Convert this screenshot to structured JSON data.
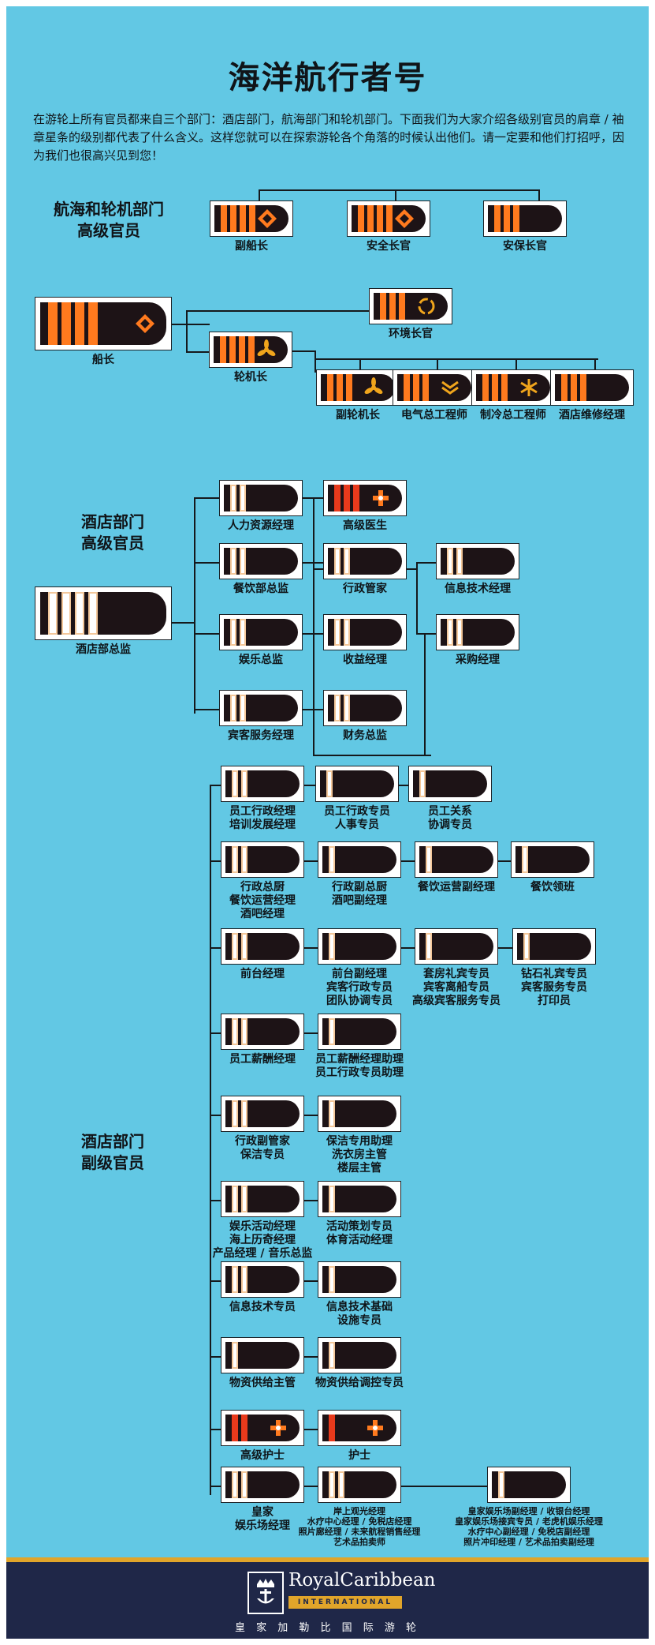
{
  "title": "海洋航行者号",
  "intro": "在游轮上所有官员都来自三个部门：酒店部门，航海部门和轮机部门。下面我们为大家介绍各级别官员的肩章 / 袖章星条的级别都代表了什么含义。这样您就可以在探索游轮各个角落的时候认出他们。请一定要和他们打招呼，因为我们也很高兴见到您！",
  "sections": [
    {
      "id": "marine",
      "lines": [
        "航海和轮机部门",
        "高级官员"
      ]
    },
    {
      "id": "hotel-senior",
      "lines": [
        "酒店部门",
        "高级官员"
      ]
    },
    {
      "id": "hotel-junior",
      "lines": [
        "酒店部门",
        "副级官员"
      ]
    }
  ],
  "colors": {
    "background": "#62c8e4",
    "stripe_orange": "#ff7a1e",
    "stripe_gold": "#f0a51c",
    "stripe_red": "#e83a1c",
    "stripe_white": "#ffffff",
    "epaulette_body": "#1d1316",
    "footer": "#1f2748",
    "footer_accent": "#e1a52a"
  },
  "nodes": [
    {
      "id": "n1",
      "label": [
        "副船长"
      ],
      "stripes": "oooo",
      "insignia": "diamond-icon"
    },
    {
      "id": "n2",
      "label": [
        "安全长官"
      ],
      "stripes": "oooo",
      "insignia": "diamond-icon"
    },
    {
      "id": "n3",
      "label": [
        "安保长官"
      ],
      "stripes": "ooo",
      "insignia": "none"
    },
    {
      "id": "n4",
      "label": [
        "船长"
      ],
      "stripes": "oooo",
      "insignia": "diamond-icon"
    },
    {
      "id": "n5",
      "label": [
        "环境长官"
      ],
      "stripes": "ooo",
      "insignia": "recycle-icon"
    },
    {
      "id": "n6",
      "label": [
        "轮机长"
      ],
      "stripes": "oooo",
      "insignia": "propeller-icon"
    },
    {
      "id": "n7",
      "label": [
        "副轮机长"
      ],
      "stripes": "ooo",
      "insignia": "propeller-icon"
    },
    {
      "id": "n8",
      "label": [
        "电气总工程师"
      ],
      "stripes": "ooo",
      "insignia": "chevron-icon"
    },
    {
      "id": "n9",
      "label": [
        "制冷总工程师"
      ],
      "stripes": "ooo",
      "insignia": "snowflake-icon"
    },
    {
      "id": "n10",
      "label": [
        "酒店维修经理"
      ],
      "stripes": "ooo",
      "insignia": "none"
    },
    {
      "id": "n11",
      "label": [
        "酒店部总监"
      ],
      "stripes": "wwww",
      "insignia": "none"
    },
    {
      "id": "n12",
      "label": [
        "人力资源经理"
      ],
      "stripes": "ww",
      "insignia": "none"
    },
    {
      "id": "n13",
      "label": [
        "高级医生"
      ],
      "stripes": "rrr",
      "insignia": "medical-cross-icon"
    },
    {
      "id": "n14",
      "label": [
        "餐饮部总监"
      ],
      "stripes": "ww",
      "insignia": "none"
    },
    {
      "id": "n15",
      "label": [
        "行政管家"
      ],
      "stripes": "ww",
      "insignia": "none"
    },
    {
      "id": "n16",
      "label": [
        "信息技术经理"
      ],
      "stripes": "ww",
      "insignia": "none"
    },
    {
      "id": "n17",
      "label": [
        "娱乐总监"
      ],
      "stripes": "ww",
      "insignia": "none"
    },
    {
      "id": "n18",
      "label": [
        "收益经理"
      ],
      "stripes": "ww",
      "insignia": "none"
    },
    {
      "id": "n19",
      "label": [
        "采购经理"
      ],
      "stripes": "ww",
      "insignia": "none"
    },
    {
      "id": "n20",
      "label": [
        "宾客服务经理"
      ],
      "stripes": "ww",
      "insignia": "none"
    },
    {
      "id": "n21",
      "label": [
        "财务总监"
      ],
      "stripes": "ww",
      "insignia": "none"
    },
    {
      "id": "n22",
      "label": [
        "员工行政经理",
        "培训发展经理"
      ],
      "stripes": "ww",
      "insignia": "none"
    },
    {
      "id": "n23",
      "label": [
        "员工行政专员",
        "人事专员"
      ],
      "stripes": "w",
      "insignia": "none"
    },
    {
      "id": "n24",
      "label": [
        "员工关系",
        "协调专员"
      ],
      "stripes": "w",
      "insignia": "none"
    },
    {
      "id": "n25",
      "label": [
        "行政总厨",
        "餐饮运营经理",
        "酒吧经理"
      ],
      "stripes": "ww",
      "insignia": "none"
    },
    {
      "id": "n26",
      "label": [
        "行政副总厨",
        "酒吧副经理"
      ],
      "stripes": "w",
      "insignia": "none"
    },
    {
      "id": "n27",
      "label": [
        "餐饮运营副经理"
      ],
      "stripes": "w",
      "insignia": "none"
    },
    {
      "id": "n28",
      "label": [
        "餐饮领班"
      ],
      "stripes": "w",
      "insignia": "none"
    },
    {
      "id": "n29",
      "label": [
        "前台经理"
      ],
      "stripes": "ww",
      "insignia": "none"
    },
    {
      "id": "n30",
      "label": [
        "前台副经理",
        "宾客行政专员",
        "团队协调专员"
      ],
      "stripes": "w",
      "insignia": "none"
    },
    {
      "id": "n31",
      "label": [
        "套房礼宾专员",
        "宾客离船专员",
        "高级宾客服务专员"
      ],
      "stripes": "w",
      "insignia": "none"
    },
    {
      "id": "n32",
      "label": [
        "钻石礼宾专员",
        "宾客服务专员",
        "打印员"
      ],
      "stripes": "w",
      "insignia": "none"
    },
    {
      "id": "n33",
      "label": [
        "员工薪酬经理"
      ],
      "stripes": "ww",
      "insignia": "none"
    },
    {
      "id": "n34",
      "label": [
        "员工薪酬经理助理",
        "员工行政专员助理"
      ],
      "stripes": "w",
      "insignia": "none"
    },
    {
      "id": "n35",
      "label": [
        "行政副管家",
        "保洁专员"
      ],
      "stripes": "ww",
      "insignia": "none"
    },
    {
      "id": "n36",
      "label": [
        "保洁专用助理",
        "洗衣房主管",
        "楼层主管"
      ],
      "stripes": "w",
      "insignia": "none"
    },
    {
      "id": "n37",
      "label": [
        "娱乐活动经理",
        "海上历奇经理",
        "产品经理 / 音乐总监"
      ],
      "stripes": "ww",
      "insignia": "none"
    },
    {
      "id": "n38",
      "label": [
        "活动策划专员",
        "体育活动经理"
      ],
      "stripes": "w",
      "insignia": "none"
    },
    {
      "id": "n39",
      "label": [
        "信息技术专员"
      ],
      "stripes": "ww",
      "insignia": "none"
    },
    {
      "id": "n40",
      "label": [
        "信息技术基础",
        "设施专员"
      ],
      "stripes": "w",
      "insignia": "none"
    },
    {
      "id": "n41",
      "label": [
        "物资供给主管"
      ],
      "stripes": "w",
      "insignia": "none"
    },
    {
      "id": "n42",
      "label": [
        "物资供给调控专员"
      ],
      "stripes": "w",
      "insignia": "none"
    },
    {
      "id": "n43",
      "label": [
        "高级护士"
      ],
      "stripes": "rr",
      "insignia": "medical-cross-icon"
    },
    {
      "id": "n44",
      "label": [
        "护士"
      ],
      "stripes": "r",
      "insignia": "medical-cross-icon"
    },
    {
      "id": "n45",
      "label": [
        "皇家",
        "娱乐场经理"
      ],
      "stripes": "ww",
      "insignia": "none"
    },
    {
      "id": "n46",
      "label": [
        "岸上观光经理",
        "水疗中心经理 / 免税店经理",
        "照片廊经理 / 未来航程销售经理",
        "艺术品拍卖师"
      ],
      "stripes": "ww",
      "insignia": "none"
    },
    {
      "id": "n47",
      "label": [
        "皇家娱乐场副经理 / 收银台经理",
        "皇家娱乐场接宾专员 / 老虎机娱乐经理",
        "水疗中心副经理 / 免税店副经理",
        "照片冲印经理 / 艺术品拍卖副经理"
      ],
      "stripes": "w",
      "insignia": "none"
    }
  ],
  "footer": {
    "brand": "RoyalCaribbean",
    "brand_sub": "INTERNATIONAL",
    "brand_cn": "皇 家 加 勒 比 国 际 游 轮",
    "emblem": "crown-anchor-icon"
  }
}
